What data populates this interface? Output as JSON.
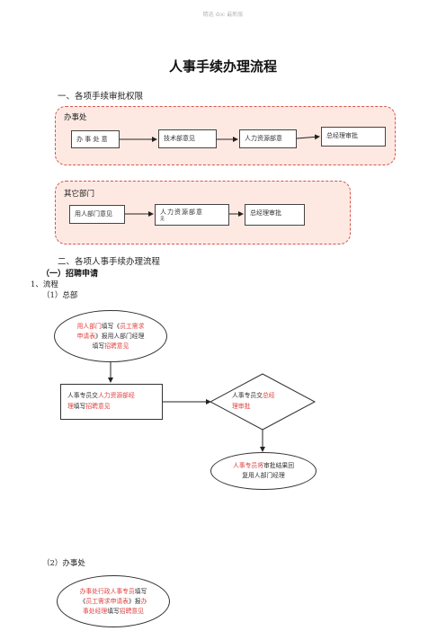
{
  "header": {
    "watermark": "精选 doc 最新版"
  },
  "title": "人事手续办理流程",
  "section1": {
    "heading": "一、各项手续审批权限",
    "group_office": {
      "label": "办事处",
      "steps": [
        "办 事 处 意",
        "技术部意见",
        "人力资源部意",
        "总经理审批"
      ]
    },
    "group_other": {
      "label": "其它部门",
      "steps": [
        "用人部门意见",
        "人力资源部意",
        "总经理审批"
      ],
      "step2_tail": "见"
    }
  },
  "section2": {
    "heading": "二、各项人事手续办理流程",
    "sub": "（一）招聘申请",
    "item": "1、流程",
    "case1": "（1）总部",
    "case2": "（2）办事处",
    "flow1": {
      "oval": {
        "l1a": "用人部门",
        "l1b": "填写《",
        "l1c": "员工需求",
        "l2a": "申请表",
        "l2b": "》报用人部门经理",
        "l3a": "填写",
        "l3b": "招聘意见"
      },
      "box": {
        "l1a": "人事专员交",
        "l1b": "人力资源部经",
        "l2a": "理",
        "l2b": "填写",
        "l2c": "招聘意见"
      },
      "diamond": {
        "l1a": "人事专员交",
        "l1b": "总经",
        "l2a": "理审批"
      },
      "end": {
        "l1a": "人事专员将",
        "l1b": "审批结果",
        "l1c": "回",
        "l2": "复用人部门经理"
      }
    },
    "flow2": {
      "oval": {
        "l1a": "办事处行政人事专员",
        "l1b": "填写",
        "l2a": "《",
        "l2b": "员工需求申请表",
        "l2c": "》报",
        "l2d": "办",
        "l3a": "事处经理",
        "l3b": "填写",
        "l3c": "招聘意见"
      }
    }
  }
}
